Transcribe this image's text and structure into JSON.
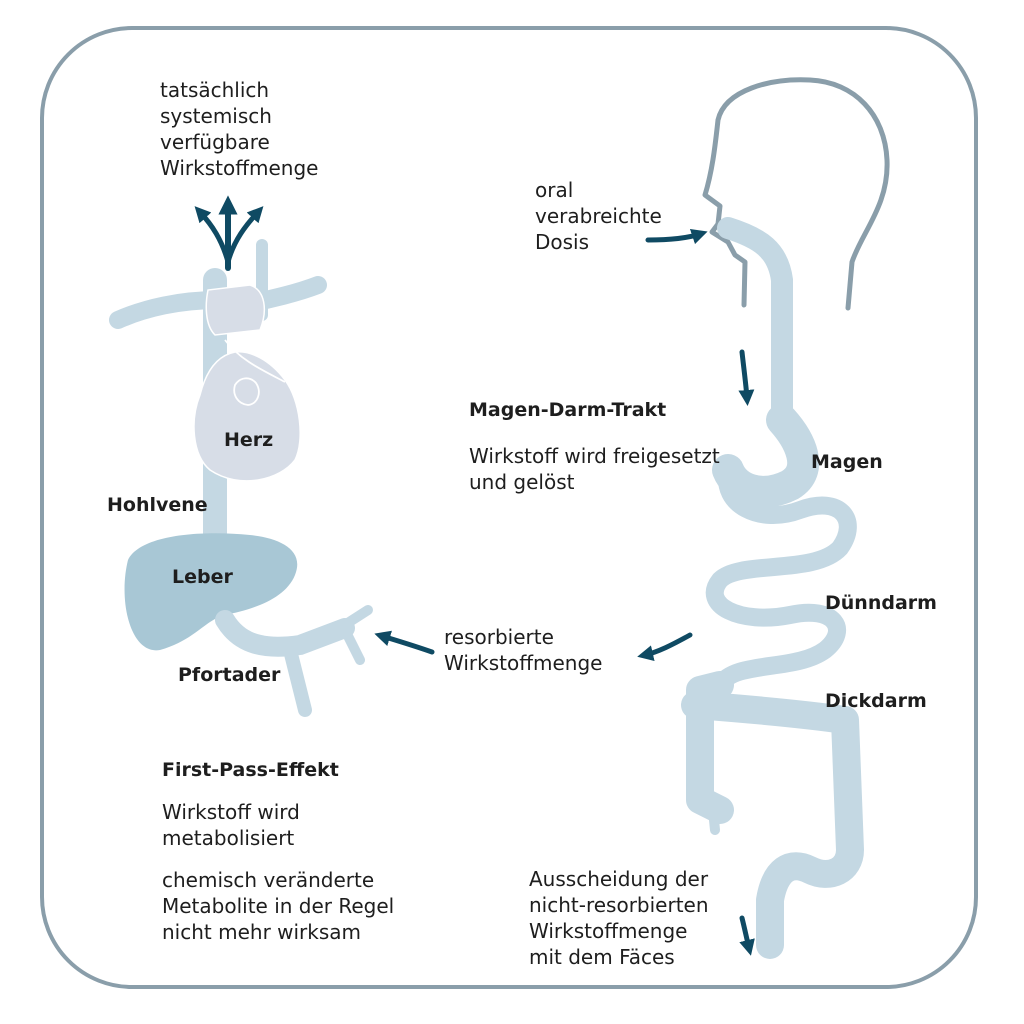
{
  "labels": {
    "systemic": "tatsächlich\nsystemisch\nverfügbare\nWirkstoffmenge",
    "oral": "oral\nverabreichte\nDosis",
    "gi_title": "Magen-Darm-Trakt",
    "gi_desc": "Wirkstoff wird freigesetzt\nund gelöst",
    "magen": "Magen",
    "duenndarm": "Dünndarm",
    "dickdarm": "Dickdarm",
    "herz": "Herz",
    "hohlvene": "Hohlvene",
    "leber": "Leber",
    "pfortader": "Pfortader",
    "resorbiert": "resorbierte\nWirkstoffmenge",
    "fpe_title": "First-Pass-Effekt",
    "fpe_desc1": "Wirkstoff wird\nmetabolisiert",
    "fpe_desc2": "chemisch veränderte\nMetabolite in der Regel\nnicht mehr wirksam",
    "ausscheidung": "Ausscheidung der\nnicht-resorbierten\nWirkstoffmenge\nmit dem Fäces"
  },
  "colors": {
    "frame": "#8a9eaa",
    "vessel": "#c4d8e3",
    "heart": "#d7dde7",
    "liver": "#a8c7d5",
    "arrow": "#0f4a63",
    "head_outline": "#8a9eaa"
  }
}
